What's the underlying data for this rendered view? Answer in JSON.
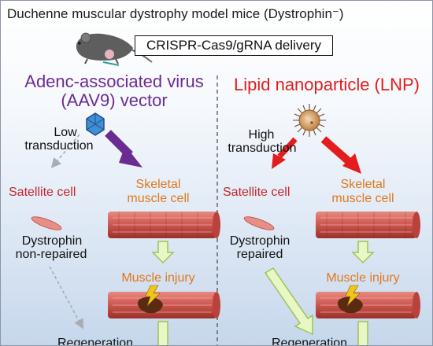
{
  "title": "Duchenne muscular dystrophy model mice (Dystrophin⁻)",
  "delivery_box": "CRISPR-Cas9/gRNA delivery",
  "left": {
    "vector_line1": "Adenc-associated virus",
    "vector_line2": "(AAV9) vector",
    "transduction_line1": "Low",
    "transduction_line2": "transduction",
    "satellite_label": "Satellite cell",
    "skeletal_line1": "Skeletal",
    "skeletal_line2": "muscle cell",
    "dystrophin_line1": "Dystrophin",
    "dystrophin_line2": "non-repaired",
    "injury_label": "Muscle injury",
    "regeneration_label": "Regeneration"
  },
  "right": {
    "vector_title": "Lipid nanoparticle (LNP)",
    "transduction_line1": "High",
    "transduction_line2": "transduction",
    "satellite_label": "Satellite cell",
    "skeletal_line1": "Skeletal",
    "skeletal_line2": "muscle cell",
    "dystrophin_line1": "Dystrophin",
    "dystrophin_line2": "repaired",
    "injury_label": "Muscle injury",
    "regeneration_label": "Regeneration"
  },
  "colors": {
    "aav_purple": "#6b2c91",
    "lnp_red": "#e31d1d",
    "label_red": "#c4262c",
    "label_orange": "#e0781c",
    "muscle_fiber": "#c9534c",
    "down_arrow_fill": "#e9f7c4",
    "down_arrow_stroke": "#9cc356",
    "injury_dark": "#5a2a12",
    "lightning": "#f2c318"
  },
  "icons": [
    "mouse-icon",
    "aav-virus-icon",
    "lnp-particle-icon",
    "lightning-icon"
  ]
}
